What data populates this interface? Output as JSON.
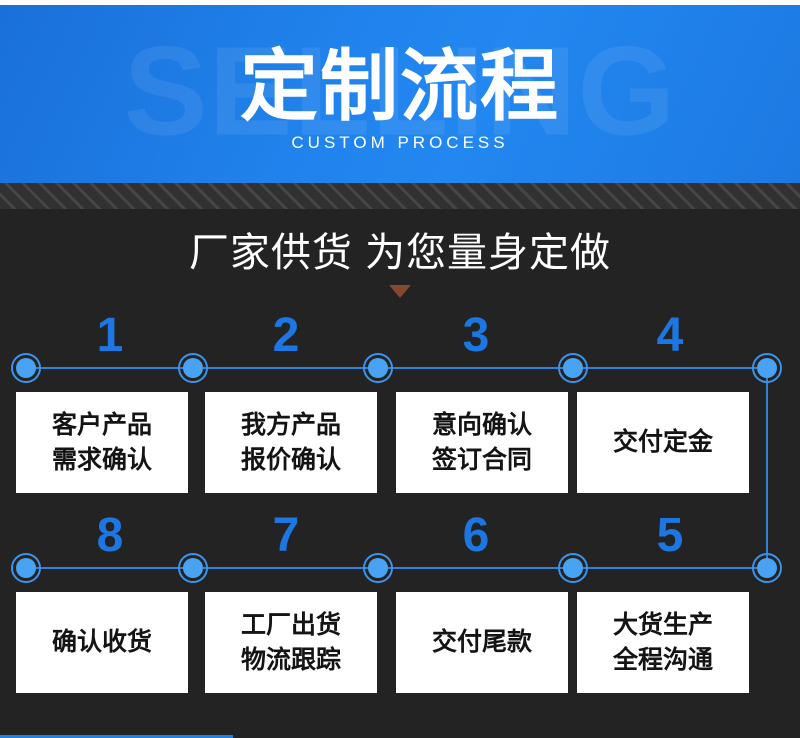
{
  "banner": {
    "watermark": "SELLING",
    "title": "定制流程",
    "subtitle": "CUSTOM PROCESS"
  },
  "headline": {
    "text": "厂家供货 为您量身定做"
  },
  "steps": [
    {
      "number": "1",
      "label": "客户产品\n需求确认"
    },
    {
      "number": "2",
      "label": "我方产品\n报价确认"
    },
    {
      "number": "3",
      "label": "意向确认\n签订合同"
    },
    {
      "number": "4",
      "label": "交付定金"
    },
    {
      "number": "8",
      "label": "确认收货"
    },
    {
      "number": "7",
      "label": "工厂出货\n物流跟踪"
    },
    {
      "number": "6",
      "label": "交付尾款"
    },
    {
      "number": "5",
      "label": "大货生产\n全程沟通"
    }
  ],
  "colors": {
    "banner_blue": "#2287f0",
    "background_dark": "#232323",
    "accent_number_blue": "#1c77e2",
    "line_blue": "#2f82dc",
    "dot_fill_blue": "#4aa2f2",
    "card_background": "#ffffff",
    "triangle_brown": "#84492f"
  }
}
